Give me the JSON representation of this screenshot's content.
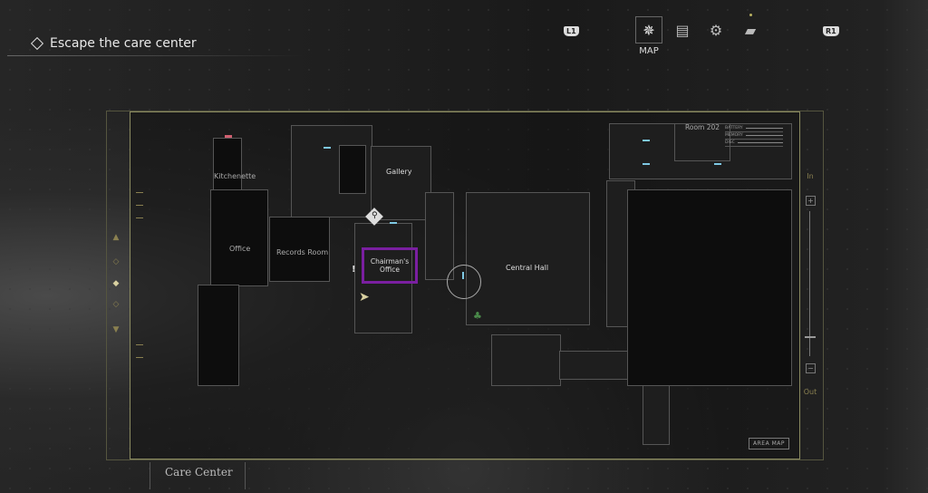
{
  "objective": {
    "icon": "diamond-icon",
    "text": "Escape the care center"
  },
  "top_tabs": {
    "left_button": "L1",
    "right_button": "R1",
    "tabs": [
      {
        "name": "map",
        "icon": "compass-icon",
        "label": "MAP",
        "active": true
      },
      {
        "name": "inventory",
        "icon": "backpack-icon",
        "active": false
      },
      {
        "name": "upgrades",
        "icon": "gears-icon",
        "active": false
      },
      {
        "name": "files",
        "icon": "folder-icon",
        "active": false,
        "notification": true
      }
    ]
  },
  "map": {
    "area_name": "Care Center",
    "area_map_button": "AREA MAP",
    "rooms": {
      "kitchenette": "Kitchenette",
      "office": "Office",
      "records_room": "Records Room",
      "gallery": "Gallery",
      "chairmans_office": "Chairman's Office",
      "central_hall": "Central Hall",
      "room_202": "Room 202"
    },
    "highlighted_room": "Chairman's Office",
    "highlight_color": "#7a1fa0",
    "collectibles": {
      "items": [
        "BATTERY",
        "MEMORY",
        "DISC"
      ]
    },
    "zoom": {
      "in_label": "In",
      "out_label": "Out",
      "level": 0.9
    }
  }
}
